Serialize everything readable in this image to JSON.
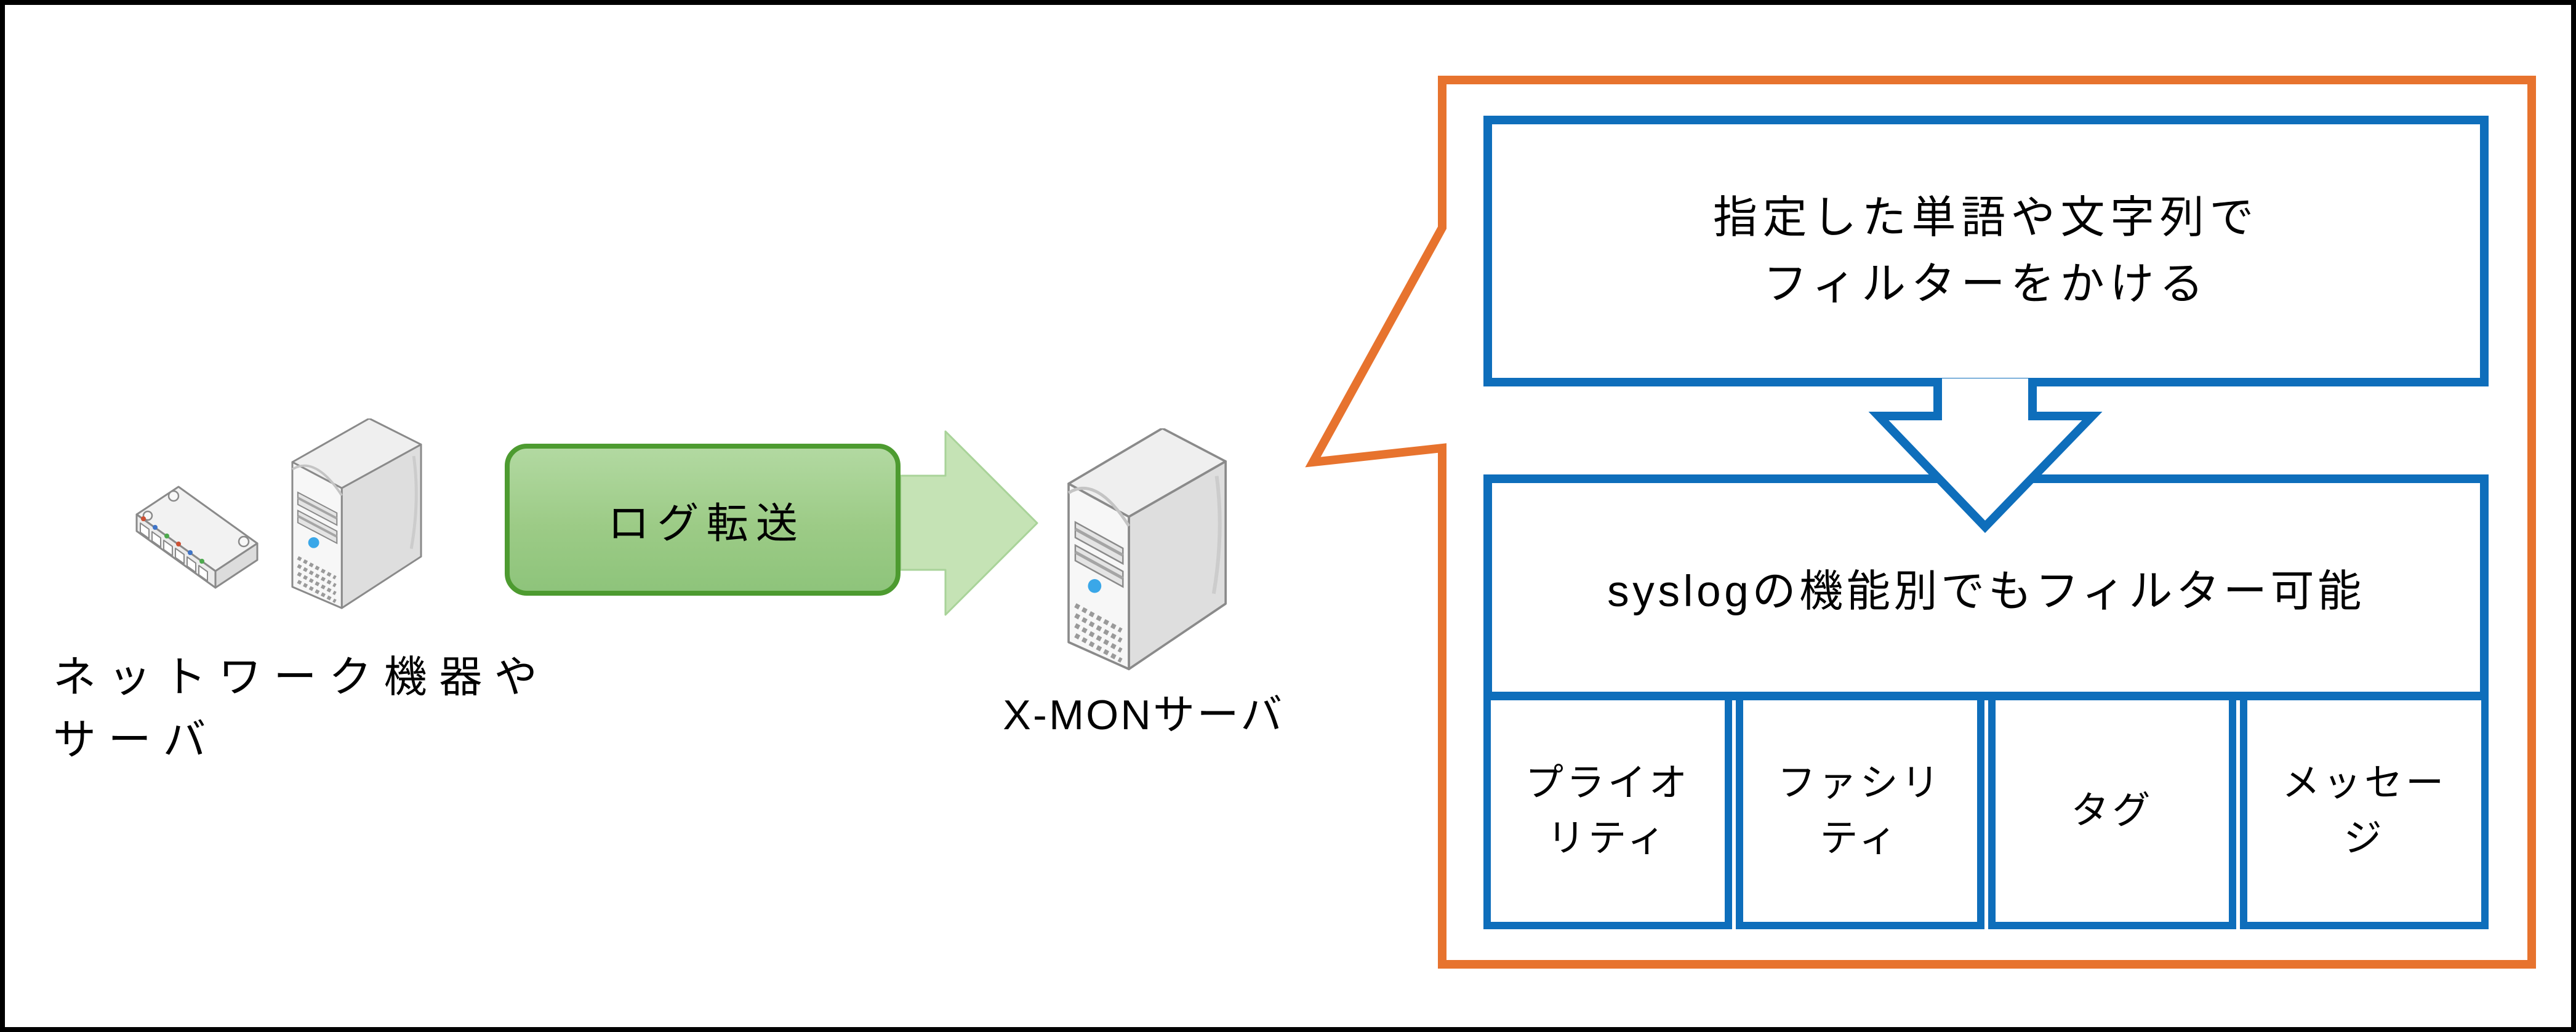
{
  "diagram": {
    "source": {
      "label": "ネットワーク機器や\nサーバ",
      "switch_icon": "network-switch-icon",
      "server_icon": "server-tower-icon"
    },
    "transfer": {
      "label": "ログ転送",
      "arrow_icon": "right-block-arrow-icon"
    },
    "xmon": {
      "label": "X-MONサーバ",
      "server_icon": "server-tower-icon"
    },
    "callout": {
      "filter_note": "指定した単語や文字列で\nフィルターをかける",
      "down_arrow_icon": "down-arrow-icon",
      "syslog_note": "syslogの機能別でもフィルター可能",
      "categories": [
        {
          "label": "プライオ\nリティ"
        },
        {
          "label": "ファシリ\nティ"
        },
        {
          "label": "タグ"
        },
        {
          "label": "メッセー\nジ"
        }
      ]
    },
    "colors": {
      "callout_orange": "#e7732e",
      "box_blue": "#0e6ebb",
      "green_border": "#4d9b30",
      "green_fill_top": "#b2d9a1",
      "green_fill_bottom": "#8ec47b",
      "arrow_green": "#c5e3b5",
      "text_black": "#000000",
      "frame_black": "#000000",
      "power_led_blue": "#3aa7e8",
      "port_led_red": "#cc5033",
      "port_led_blue": "#3f74c7",
      "port_led_green": "#4ca94c"
    }
  }
}
